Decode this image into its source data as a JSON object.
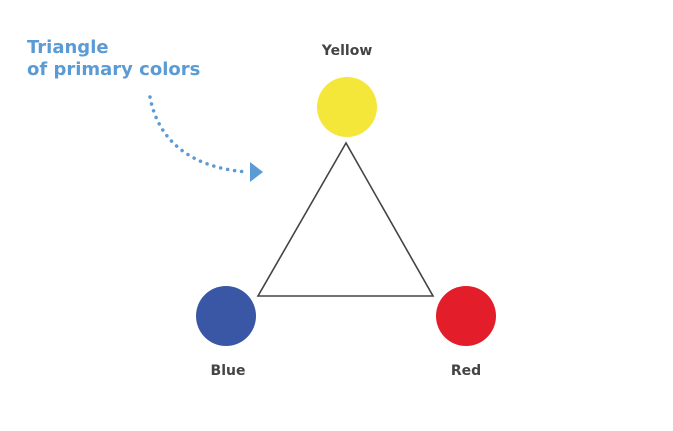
{
  "caption": {
    "line1": "Triangle",
    "line2": "of primary colors"
  },
  "nodes": [
    {
      "key": "yellow",
      "label": "Yellow",
      "color": "#f4e73a"
    },
    {
      "key": "blue",
      "label": "Blue",
      "color": "#3a57a6"
    },
    {
      "key": "red",
      "label": "Red",
      "color": "#e31e2a"
    }
  ],
  "colors": {
    "caption": "#5b9bd5",
    "arrow": "#5b9bd5",
    "triangle": "#444444",
    "label": "#444444"
  }
}
